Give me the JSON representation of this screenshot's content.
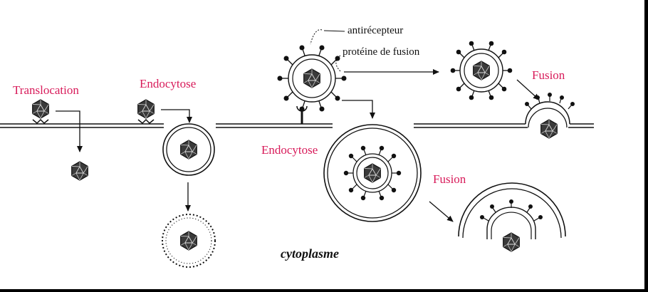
{
  "labels": {
    "translocation": "Translocation",
    "endocytose_1": "Endocytose",
    "endocytose_2": "Endocytose",
    "fusion_1": "Fusion",
    "fusion_2": "Fusion",
    "antirecepteur": "antirécepteur",
    "proteine_fusion": "protéine de fusion",
    "cytoplasme": "cytoplasme"
  },
  "colors": {
    "pathway_label": "#d81b5a",
    "ink": "#111111",
    "background": "#ffffff",
    "capsid": "#3a3a3a"
  },
  "icons": [
    "icosahedral-capsid-icon",
    "spike-protein-icon",
    "receptor-icon"
  ]
}
